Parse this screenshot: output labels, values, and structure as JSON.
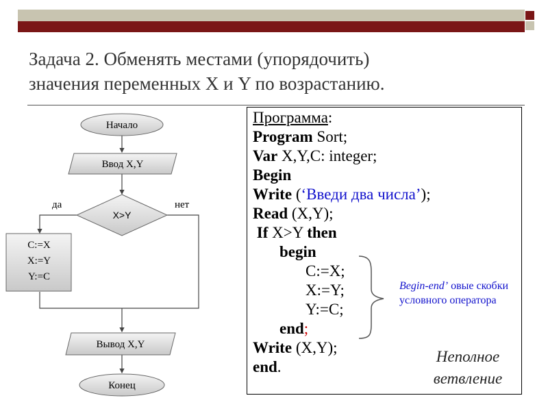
{
  "header": {
    "accent_gray": "#c8c4b0",
    "accent_red": "#7a1616"
  },
  "title": {
    "line1": "Задача 2.  Обменять местами (упорядочить)",
    "line2": "значения переменных  X и Y по возрастанию."
  },
  "flowchart": {
    "start": "Начало",
    "input": "Ввод X,Y",
    "condition": "X>Y",
    "yes": "да",
    "no": "нет",
    "swap": [
      "C:=X",
      "X:=Y",
      "Y:=C"
    ],
    "output": "Вывод X,Y",
    "end": "Конец"
  },
  "program": {
    "l1_a": "Программа",
    "l1_b": ":",
    "l2_kw": "Program",
    "l2_rest": " Sort;",
    "l3_kw": "Var",
    "l3_rest": " X,Y,C: integer;",
    "l4_kw": "Begin",
    "l5_kw": "Write",
    "l5_a": " (",
    "l5_str": "‘Введи два числа’",
    "l5_b": ");",
    "l6_kw": "Read",
    "l6_rest": " (X,Y);",
    "l7_kw1": " If",
    "l7_mid": " X>Y ",
    "l7_kw2": "then",
    "l8_kw": "begin",
    "l9": "C:=X;",
    "l10": "X:=Y;",
    "l11": "Y:=C;",
    "l12_kw": "end",
    "l12_semi": ";",
    "l13_kw": "Write",
    "l13_rest": " (X,Y);",
    "l14_kw": "end",
    "l14_rest": "."
  },
  "note": {
    "italic": "Begin-end’",
    "rest": " овые скобки условного оператора"
  },
  "branch_label": {
    "line1": "Неполное",
    "line2": "ветвление"
  }
}
